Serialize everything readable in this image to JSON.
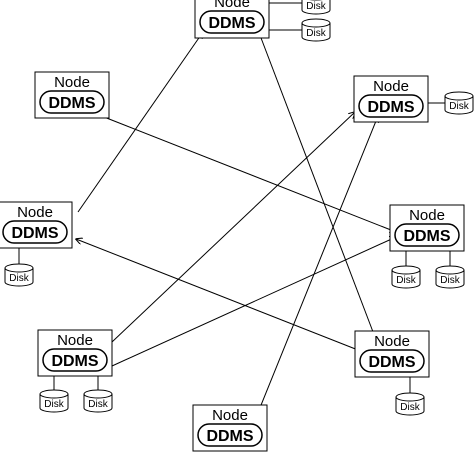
{
  "diagram": {
    "nodes": [
      {
        "id": "top",
        "title": "Node",
        "ddms": "DDMS",
        "disks": [
          "Disk",
          "Disk"
        ]
      },
      {
        "id": "upper-left",
        "title": "Node",
        "ddms": "DDMS",
        "disks": []
      },
      {
        "id": "upper-right",
        "title": "Node",
        "ddms": "DDMS",
        "disks": [
          "Disk"
        ]
      },
      {
        "id": "middle-left",
        "title": "Node",
        "ddms": "DDMS",
        "disks": [
          "Disk"
        ]
      },
      {
        "id": "middle-right",
        "title": "Node",
        "ddms": "DDMS",
        "disks": [
          "Disk",
          "Disk"
        ]
      },
      {
        "id": "lower-left",
        "title": "Node",
        "ddms": "DDMS",
        "disks": [
          "Disk",
          "Disk"
        ]
      },
      {
        "id": "lower-right",
        "title": "Node",
        "ddms": "DDMS",
        "disks": [
          "Disk"
        ]
      },
      {
        "id": "bottom",
        "title": "Node",
        "ddms": "DDMS",
        "disks": []
      }
    ],
    "edges": [
      {
        "from": "middle-left",
        "to": "top"
      },
      {
        "from": "top",
        "to": "lower-right"
      },
      {
        "from": "upper-left",
        "to": "middle-right"
      },
      {
        "from": "lower-left",
        "to": "upper-right"
      },
      {
        "from": "lower-left",
        "to": "middle-right"
      },
      {
        "from": "lower-right",
        "to": "middle-left"
      },
      {
        "from": "bottom",
        "to": "upper-right"
      }
    ]
  }
}
